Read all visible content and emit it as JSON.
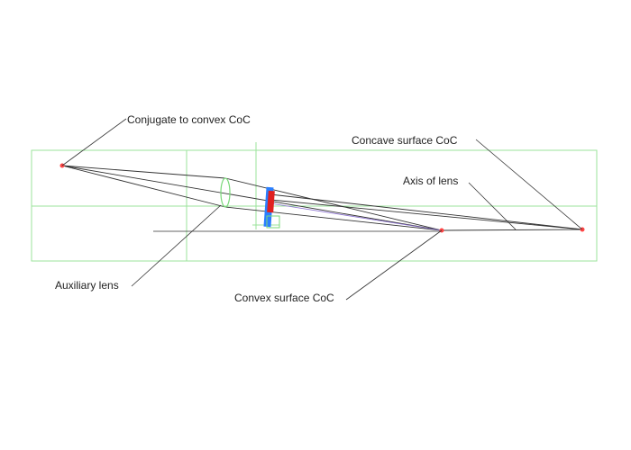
{
  "labels": {
    "conjugate": "Conjugate to convex CoC",
    "concave": "Concave surface CoC",
    "axis": "Axis of lens",
    "auxiliary": "Auxiliary lens",
    "convex": "Convex surface CoC"
  },
  "colors": {
    "guide_lines": "#9be39b",
    "rays": "#333333",
    "points": "#ff4444",
    "lens_red": "#e02020",
    "lens_blue": "#2a7fff",
    "aux_lens": "#7ad87a"
  }
}
